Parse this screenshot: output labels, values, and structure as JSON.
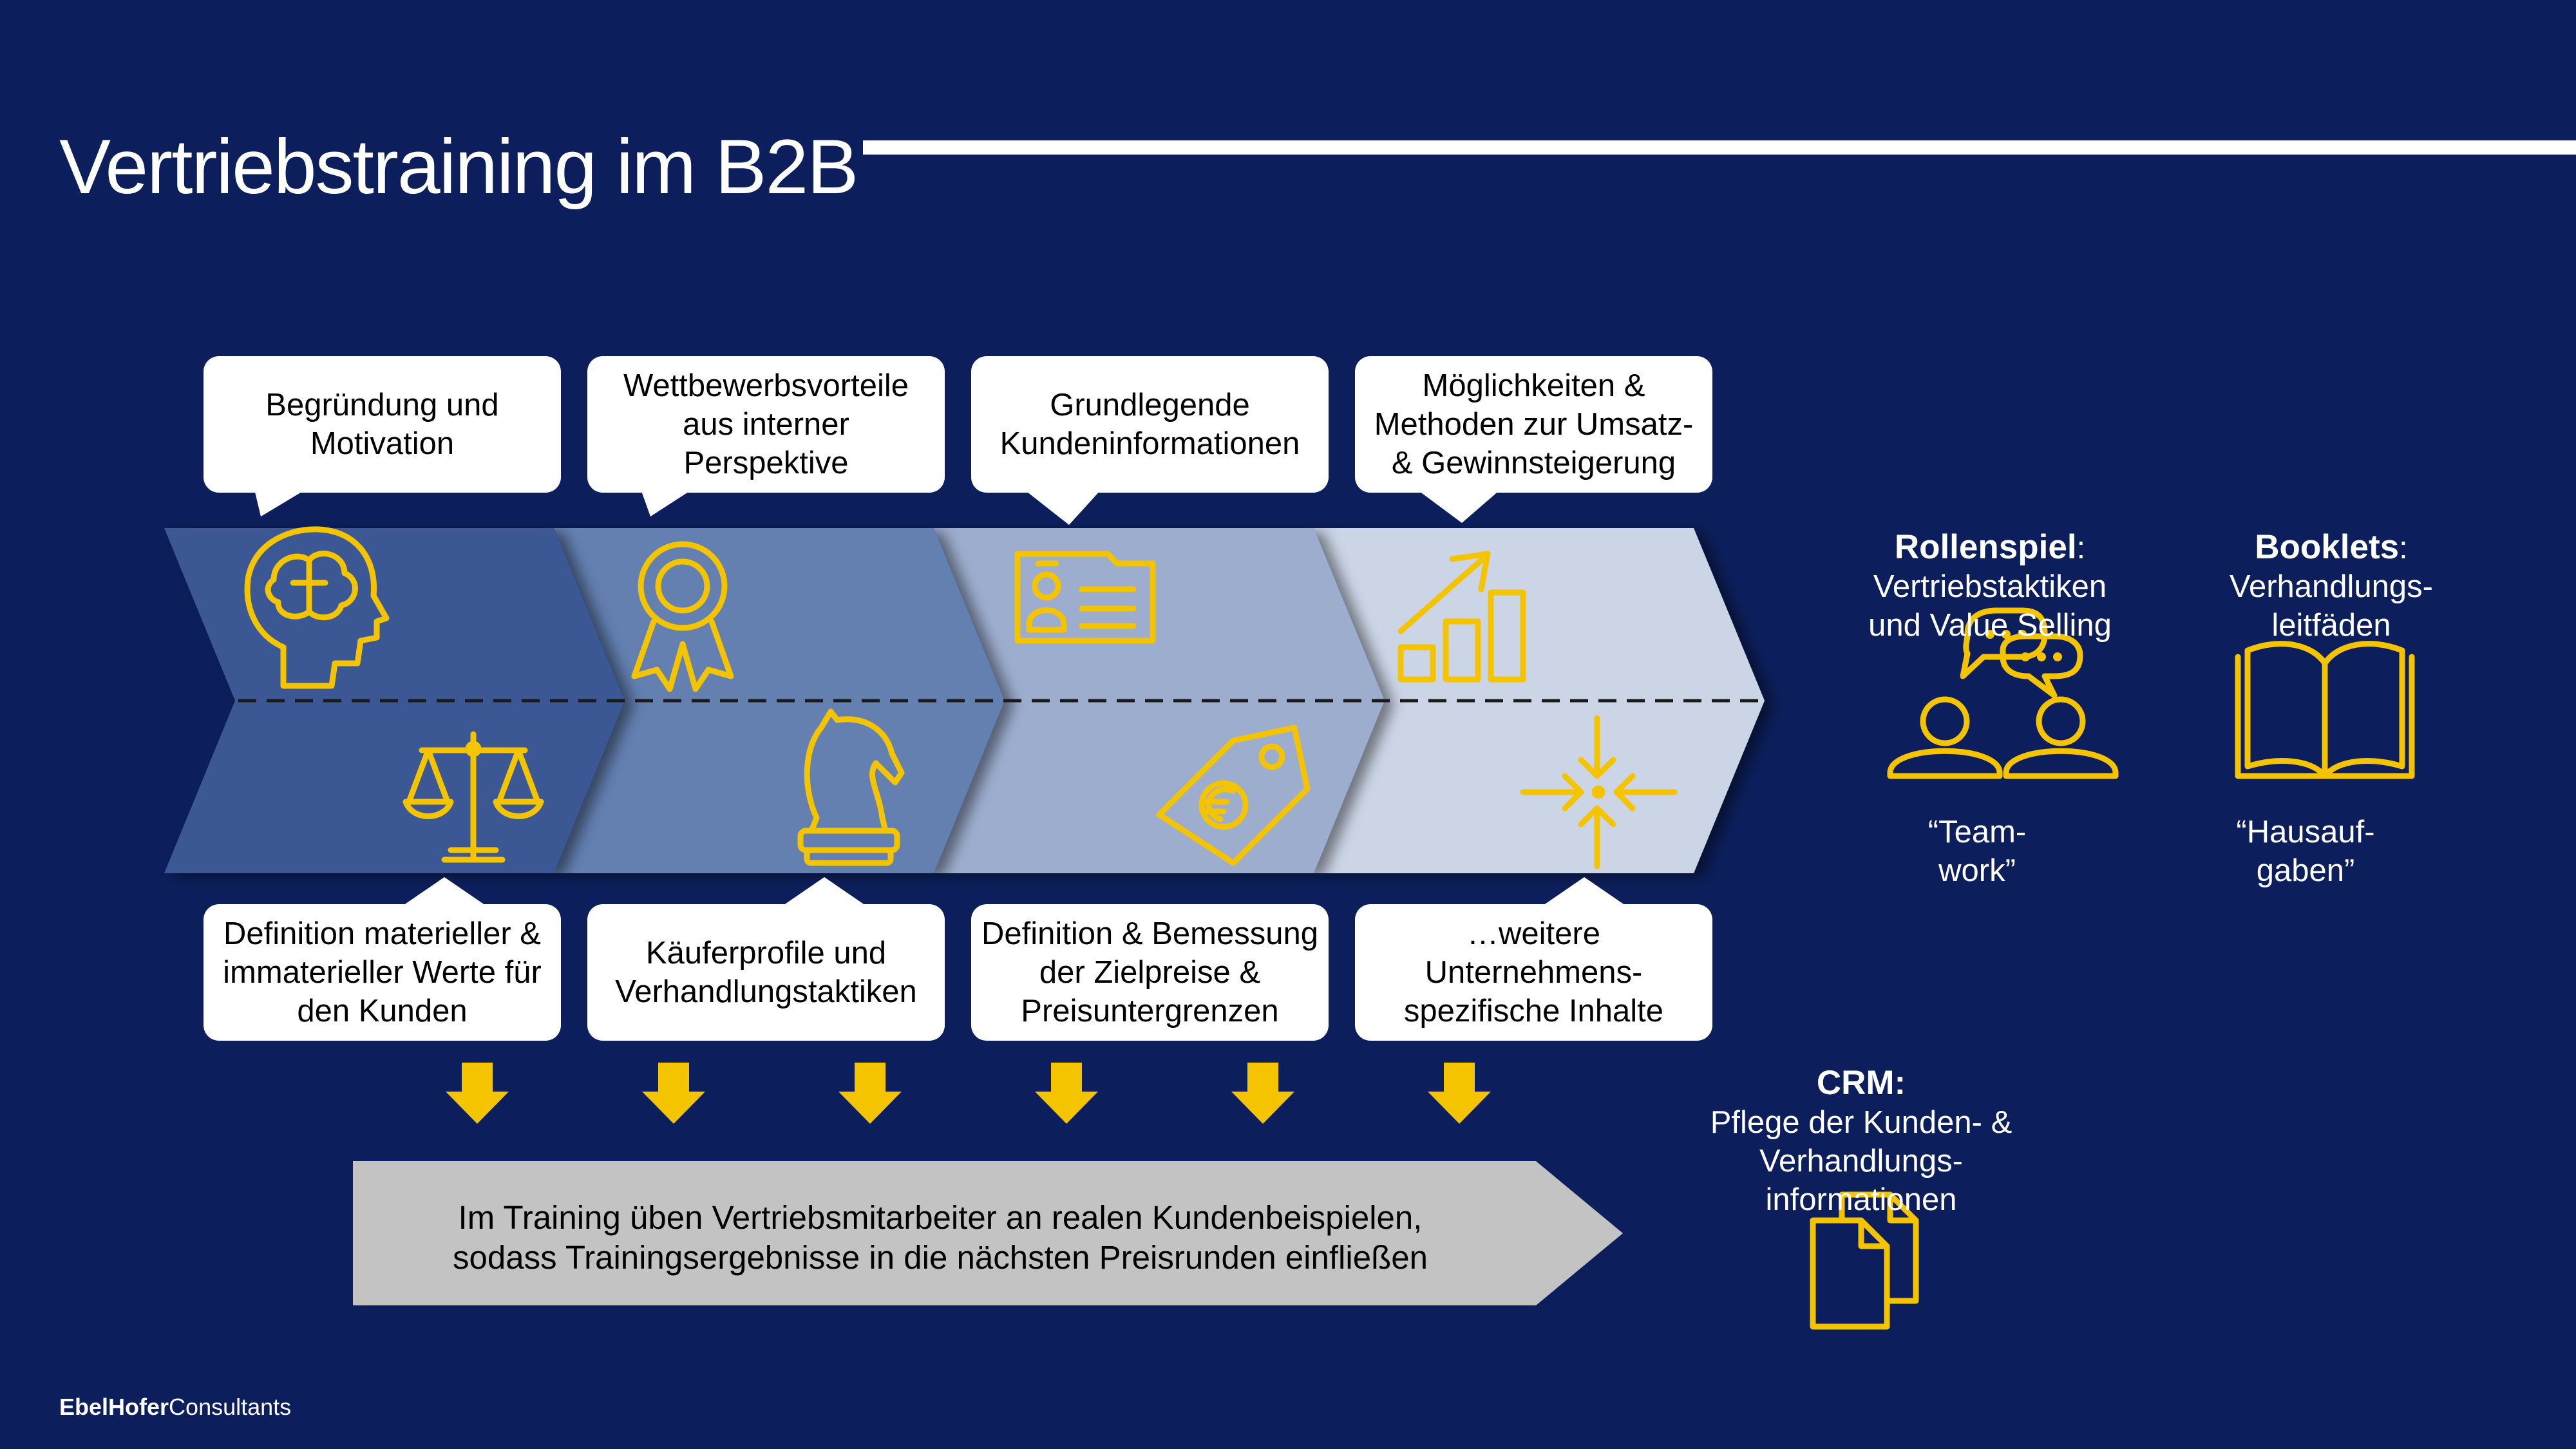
{
  "title": "Vertriebstraining im B2B",
  "top_bubbles": [
    "Begründung und\nMotivation",
    "Wettbewerbsvorteile\naus interner\nPerspektive",
    "Grundlegende\nKundeninformationen",
    "Möglichkeiten &\nMethoden zur Umsatz-\n& Gewinnsteigerung"
  ],
  "bottom_bubbles": [
    "Definition materieller &\nimmaterieller Werte für\nden Kunden",
    "Käuferprofile und\nVerhandlungstaktiken",
    "Definition & Bemessung\nder Zielpreise &\nPreisuntergrenzen",
    "…weitere\nUnternehmens-\nspezifische Inhalte"
  ],
  "icons_top": [
    "head-brain-icon",
    "award-badge-icon",
    "id-card-icon",
    "growth-chart-icon"
  ],
  "icons_bottom": [
    "scales-icon",
    "chess-knight-icon",
    "euro-price-tag-icon",
    "converging-arrows-icon"
  ],
  "banner": "Im Training üben Vertriebsmitarbeiter an realen Kundenbeispielen,\nsodass Trainingsergebnisse in die nächsten Preisrunden einfließen",
  "rollenspiel": {
    "heading": "Rollenspiel",
    "colon": ":",
    "text": "Vertriebstaktiken\nund Value Selling",
    "quote": "“Team-\nwork”",
    "icon": "conversation-icon"
  },
  "booklets": {
    "heading": "Booklets",
    "colon": ":",
    "text": "Verhandlungs-\nleitfäden",
    "quote": "“Hausauf-\ngaben”",
    "icon": "open-book-icon"
  },
  "crm": {
    "heading": "CRM:",
    "text": "Pflege der Kunden- &\nVerhandlungs-\ninformationen",
    "icon": "documents-icon"
  },
  "logo": {
    "bold": "EbelHofer",
    "regular": "Consultants"
  },
  "colors": {
    "background": "#0c1f5c",
    "accent_yellow": "#f5c400",
    "chevron_1": "#3b5894",
    "chevron_2": "#6480b1",
    "chevron_3": "#9cadce",
    "chevron_4": "#cbd5e6",
    "banner_gray": "#c3c3c3"
  }
}
